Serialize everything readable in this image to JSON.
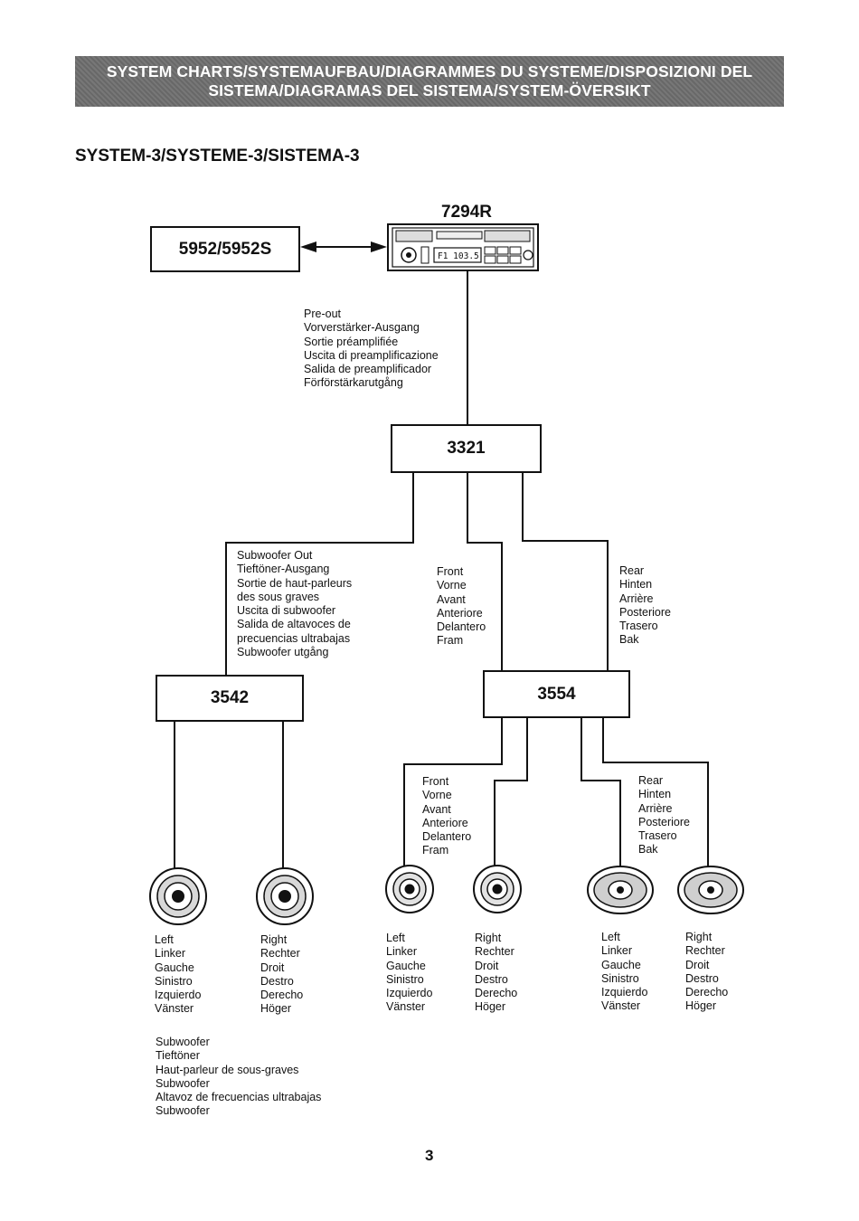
{
  "header": {
    "line1": "SYSTEM CHARTS/SYSTEMAUFBAU/DIAGRAMMES DU SYSTEME/DISPOSIZIONI DEL",
    "line2": "SISTEMA/DIAGRAMAS DEL SISTEMA/SYSTEM-ÖVERSIKT"
  },
  "section_title": "SYSTEM-3/SYSTEME-3/SISTEMA-3",
  "head_unit": {
    "model": "7294R",
    "display": "F1 103.5"
  },
  "changer": {
    "model": "5952/5952S"
  },
  "preout_label": [
    "Pre-out",
    "Vorverstärker-Ausgang",
    "Sortie préamplifiée",
    "Uscita di preamplificazione",
    "Salida de preamplificador",
    "Förförstärkarutgång"
  ],
  "crossover": {
    "model": "3321"
  },
  "subwoofer_out_label": [
    "Subwoofer Out",
    "Tieftöner-Ausgang",
    "Sortie de haut-parleurs",
    "des sous graves",
    "Uscita di subwoofer",
    "Salida de altavoces de",
    "precuencias ultrabajas",
    "Subwoofer utgång"
  ],
  "front_label": [
    "Front",
    "Vorne",
    "Avant",
    "Anteriore",
    "Delantero",
    "Fram"
  ],
  "rear_label": [
    "Rear",
    "Hinten",
    "Arrière",
    "Posteriore",
    "Trasero",
    "Bak"
  ],
  "amp_sub": {
    "model": "3542"
  },
  "amp_main": {
    "model": "3554"
  },
  "left_label": [
    "Left",
    "Linker",
    "Gauche",
    "Sinistro",
    "Izquierdo",
    "Vänster"
  ],
  "right_label": [
    "Right",
    "Rechter",
    "Droit",
    "Destro",
    "Derecho",
    "Höger"
  ],
  "subwoofer_label": [
    "Subwoofer",
    "Tieftöner",
    "Haut-parleur de sous-graves",
    "Subwoofer",
    "Altavoz de frecuencias ultrabajas",
    "Subwoofer"
  ],
  "page_number": "3"
}
